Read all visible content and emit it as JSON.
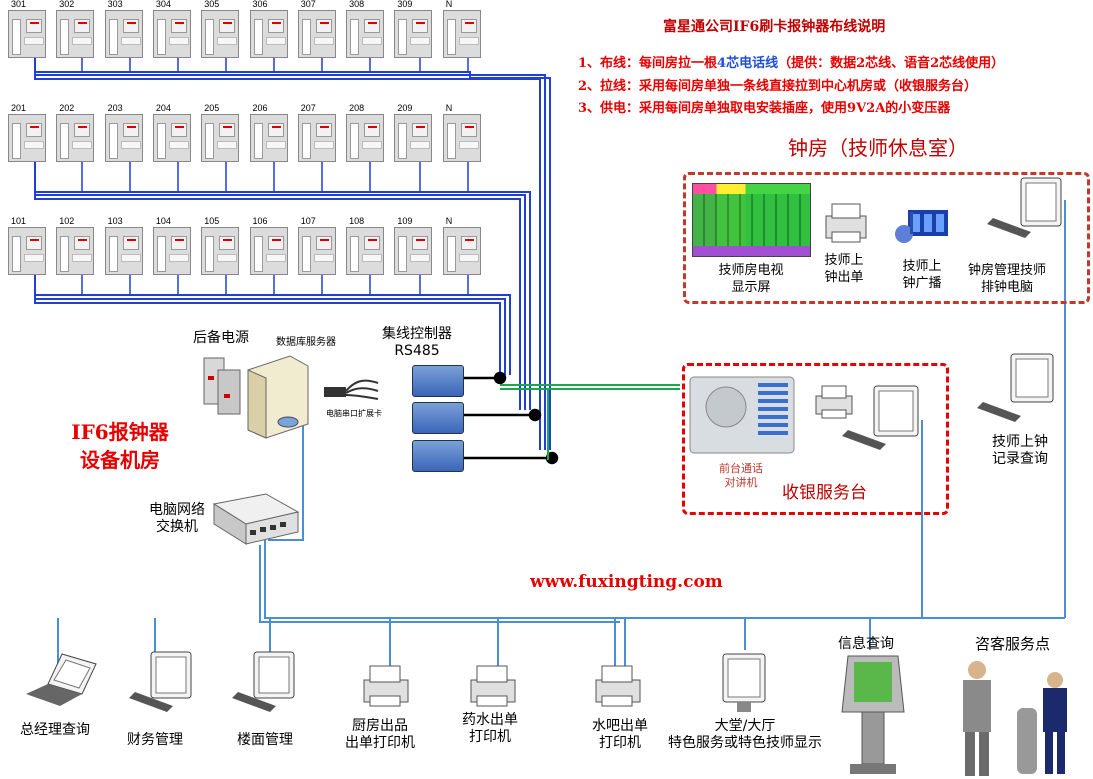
{
  "title": "富星通公司IF6刷卡报钟器布线说明",
  "notes": [
    {
      "prefix": "1、布线：每间房拉一根",
      "highlight": "4芯电话线",
      "suffix": "（提供：数据2芯线、语音2芯线使用）"
    },
    {
      "prefix": "2、拉线：采用每间房单独一条线直接拉到中心机房或（收银服务台）",
      "highlight": "",
      "suffix": ""
    },
    {
      "prefix": "3、供电：采用每间房单独取电安装插座，使用9V2A的小变压器",
      "highlight": "",
      "suffix": ""
    }
  ],
  "rooms": {
    "row3": [
      "301",
      "302",
      "303",
      "304",
      "305",
      "306",
      "307",
      "308",
      "309",
      "N"
    ],
    "row2": [
      "201",
      "202",
      "203",
      "204",
      "205",
      "206",
      "207",
      "208",
      "209",
      "N"
    ],
    "row1": [
      "101",
      "102",
      "103",
      "104",
      "105",
      "106",
      "107",
      "108",
      "109",
      "N"
    ]
  },
  "bell_room": {
    "heading": "钟房（技师休息室）",
    "items": [
      "技师房电视\n显示屏",
      "技师上\n钟出单",
      "技师上\n钟广播",
      "钟房管理技师\n排钟电脑"
    ]
  },
  "machine_room": {
    "label_line1": "IF6报钟器",
    "label_line2": "设备机房",
    "backup_power": "后备电源",
    "db_server": "数据库服务器",
    "serial_card": "电脑串口扩展卡",
    "hub_line1": "集线控制器",
    "hub_line2": "RS485",
    "switch": "电脑网络\n交换机"
  },
  "cashier": {
    "intercom": "前台通话\n对讲机",
    "label": "收银服务台"
  },
  "tech_query": "技师上钟\n记录查询",
  "url": "www.fuxingting.com",
  "bottom": {
    "info_query": "信息查询",
    "consult": "咨客服务点",
    "items": [
      "总经理查询",
      "财务管理",
      "楼面管理",
      "厨房出品\n出单打印机",
      "药水出单\n打印机",
      "水吧出单\n打印机",
      "大堂/大厅\n特色服务或特色技师显示"
    ]
  },
  "colors": {
    "wire_blue": "#1f3fd6",
    "wire_light": "#4a8fd6",
    "wire_green": "#1aa84a",
    "red": "#e60000",
    "dash": "#c0392b"
  }
}
